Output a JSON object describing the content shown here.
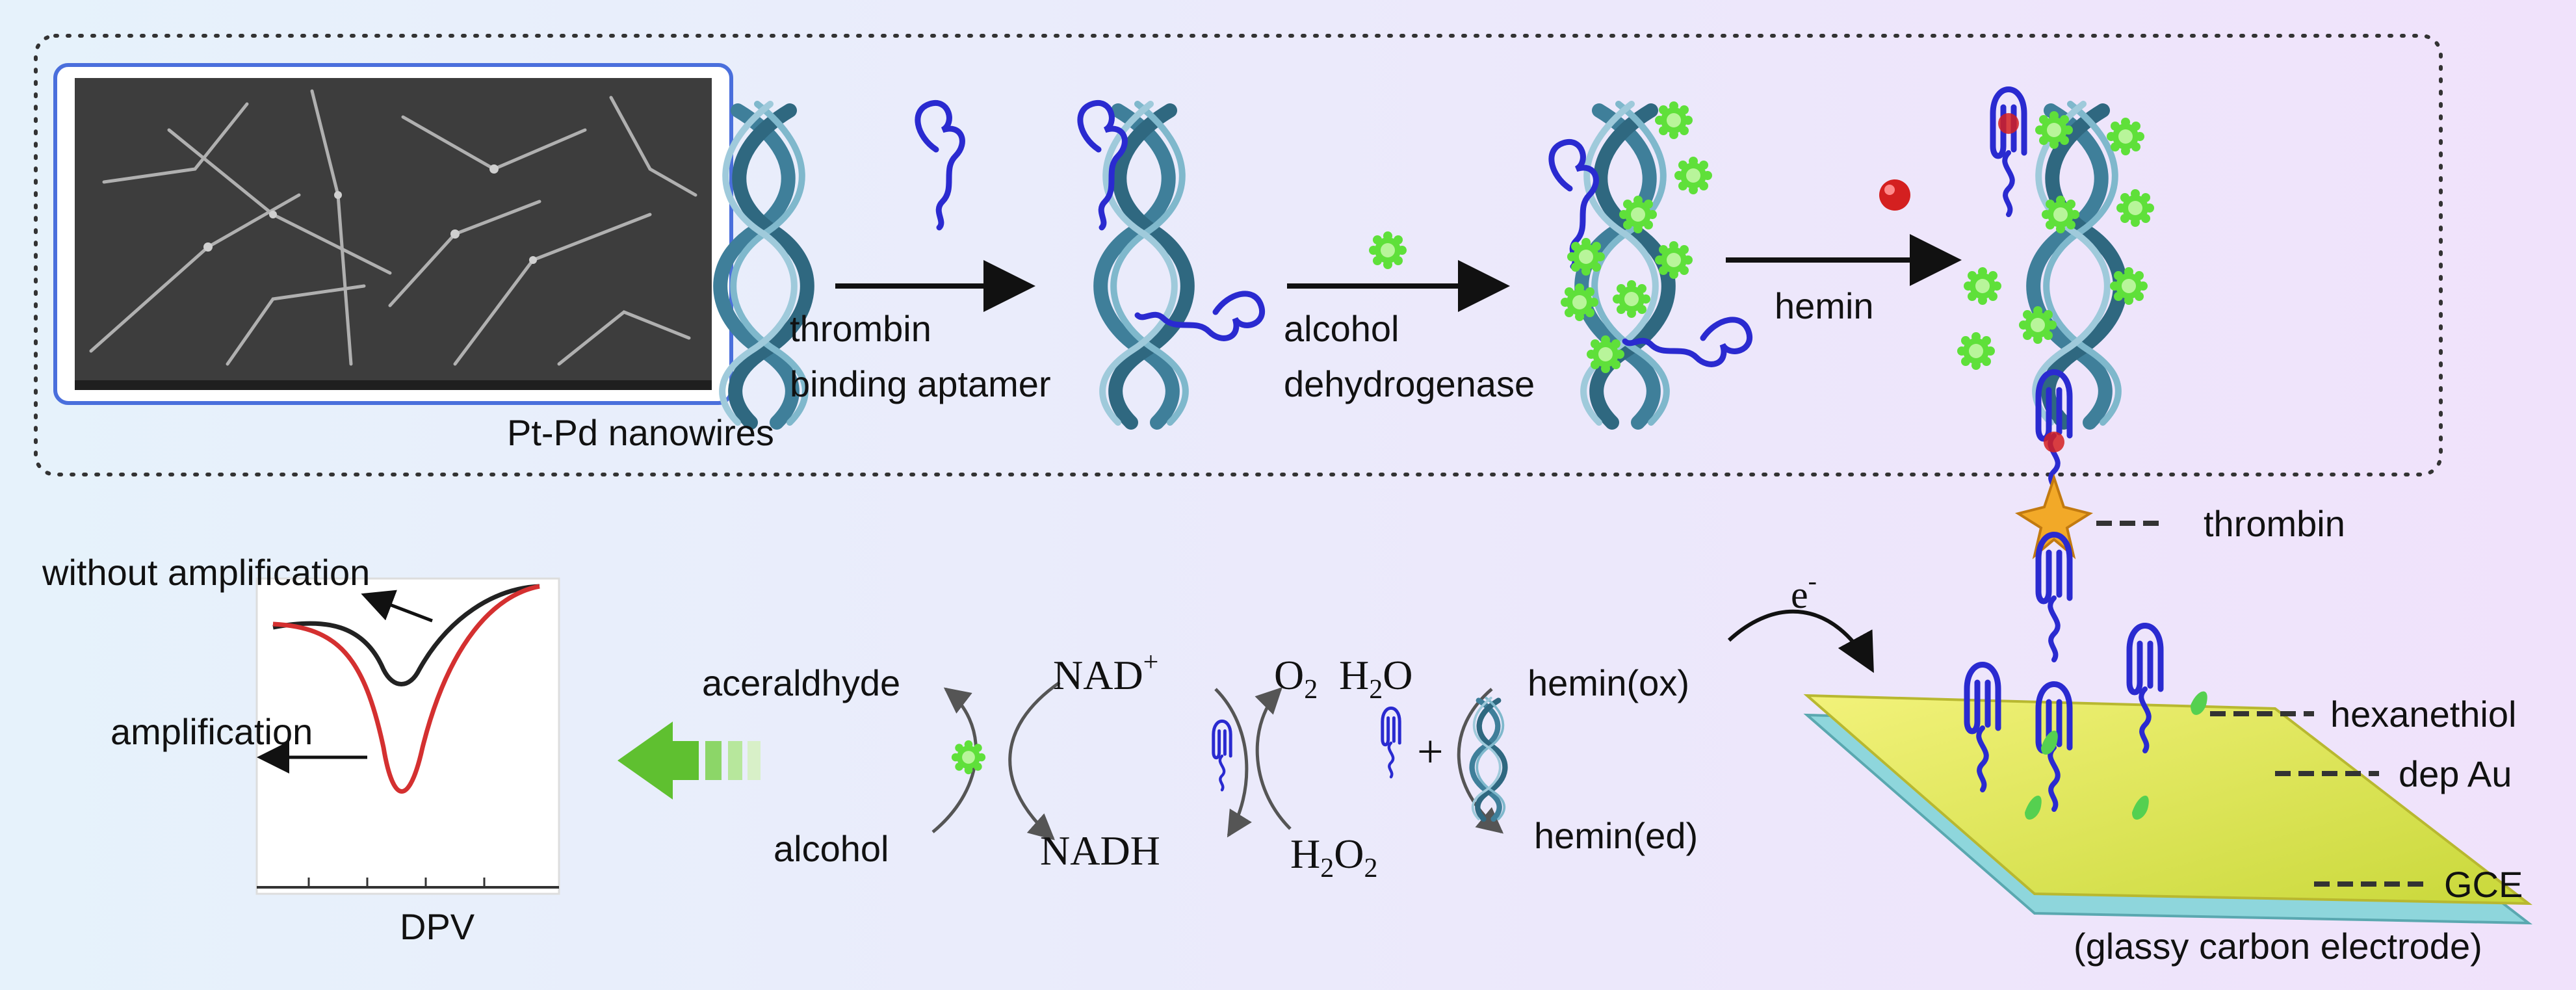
{
  "colors": {
    "background_left": "#e6f2fb",
    "background_right": "#f0e2fb",
    "dna": "#3f7f9a",
    "aptamer": "#2a2ad0",
    "enzyme": "#5fe03a",
    "hemin": "#d42020",
    "thrombin": "#f2a928",
    "gold_layer": "#e2ea4c",
    "gce_layer": "#8ed6dc",
    "arrow_green": "#5fc030",
    "dpv_red": "#d43030"
  },
  "top_panel": {
    "nanowire_label": "Pt-Pd nanowires",
    "steps": [
      {
        "label_line1": "thrombin",
        "label_line2": "binding aptamer"
      },
      {
        "label_line1": "alcohol",
        "label_line2": "dehydrogenase"
      },
      {
        "label_line1": "hemin",
        "label_line2": ""
      }
    ]
  },
  "electrode": {
    "electron_label": "e",
    "electron_superscript": "-",
    "labels": {
      "thrombin": "thrombin",
      "hexanethiol": "hexanethiol",
      "dep_au": "dep Au",
      "gce": "GCE",
      "gce_full": "(glassy carbon electrode)"
    }
  },
  "cycle": {
    "aceraldhyde": "aceraldhyde",
    "alcohol": "alcohol",
    "nad": "NAD",
    "nad_superscript": "+",
    "nadh": "NADH",
    "o2": "O",
    "o2_sub": "2",
    "h2o": "H",
    "h2o_sub": "2",
    "h2o_tail": "O",
    "h2o2": "H",
    "h2o2_sub1": "2",
    "h2o2_mid": "O",
    "h2o2_sub2": "2",
    "plus": "+",
    "hemin_ox": "hemin(ox)",
    "hemin_ed": "hemin(ed)"
  },
  "dpv": {
    "without_amplification": "without amplification",
    "amplification": "amplification",
    "axis_label": "DPV"
  }
}
